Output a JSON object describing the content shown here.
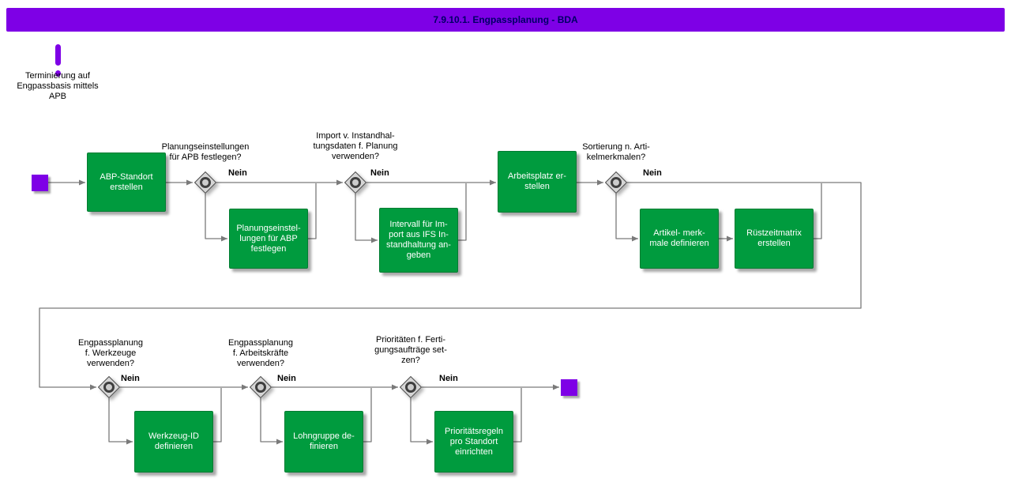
{
  "title": "7.9.10.1. Engpassplanung - BDA",
  "note": {
    "text": "Terminierung auf\nEngpassbasis mittels\nAPB"
  },
  "tasks": {
    "abp_standort": "ABP-Standort\nerstellen",
    "planungseinstellungen": "Planungseinstel-\nlungen für ABP\nfestlegen",
    "intervall_import": "Intervall für Im-\nport aus IFS In-\nstandhaltung an-\ngeben",
    "arbeitsplatz": "Arbeitsplatz er-\nstellen",
    "artikelmerkmale": "Artikel- merk-\nmale definieren",
    "ruestzeitmatrix": "Rüstzeitmatrix\nerstellen",
    "werkzeug_id": "Werkzeug-ID\ndefinieren",
    "lohngruppe": "Lohngruppe de-\nfinieren",
    "prioritaetsregeln": "Prioritätsregeln\npro Standort\neinrichten"
  },
  "decisions": {
    "apb": {
      "question": "Planungseinstellungen\nfür APB festlegen?",
      "no_label": "Nein"
    },
    "import_instandhaltung": {
      "question": "Import v. Instandhal-\ntungsdaten f. Planung\nverwenden?",
      "no_label": "Nein"
    },
    "sortierung": {
      "question": "Sortierung n. Arti-\nkelmerkmalen?",
      "no_label": "Nein"
    },
    "werkzeuge": {
      "question": "Engpassplanung\nf. Werkzeuge\nverwenden?",
      "no_label": "Nein"
    },
    "arbeitskraefte": {
      "question": "Engpassplanung\nf. Arbeitskräfte\nverwenden?",
      "no_label": "Nein"
    },
    "prioritaeten": {
      "question": "Prioritäten f. Ferti-\ngungsaufträge set-\nzen?",
      "no_label": "Nein"
    }
  },
  "colors": {
    "purple": "#7e00e6",
    "green": "#009b3e",
    "line": "#7a7a7a"
  }
}
